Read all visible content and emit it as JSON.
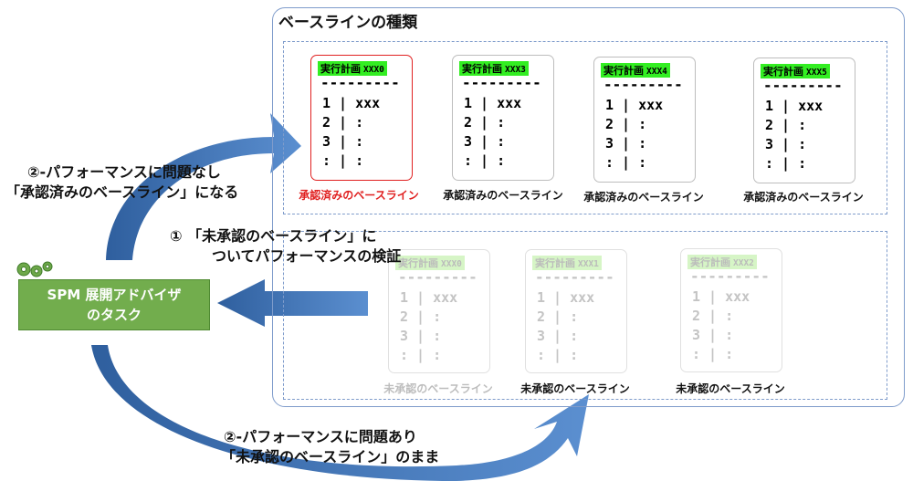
{
  "title": "ベースラインの種類",
  "approved_cards": [
    {
      "head": "実行計画",
      "code": "XXX0",
      "caption": "承認済みのベースライン",
      "selected": true
    },
    {
      "head": "実行計画",
      "code": "XXX3",
      "caption": "承認済みのベースライン",
      "selected": false
    },
    {
      "head": "実行計画",
      "code": "XXX4",
      "caption": "承認済みのベースライン",
      "selected": false
    },
    {
      "head": "実行計画",
      "code": "XXX5",
      "caption": "承認済みのベースライン",
      "selected": false
    }
  ],
  "unapproved_cards": [
    {
      "head": "実行計画",
      "code": "XXX0",
      "caption": "未承認のベースライン",
      "faded": true
    },
    {
      "head": "実行計画",
      "code": "XXX1",
      "caption": "未承認のベースライン",
      "faded": true
    },
    {
      "head": "実行計画",
      "code": "XXX2",
      "caption": "未承認のベースライン",
      "faded": true
    }
  ],
  "card_lines": {
    "dashes": "---------",
    "rows": "1 | xxx\n2 | :\n3 | :\n: | :"
  },
  "labels": {
    "no_issue_line1": "②-パフォーマンスに問題なし",
    "no_issue_line2": "「承認済みのベースライン」になる",
    "verify_line1": "① 「未承認のベースライン」に",
    "verify_line2": "ついてパフォーマンスの検証",
    "issue_line1": "②-パフォーマンスに問題あり",
    "issue_line2": "「未承認のベースライン」のまま"
  },
  "task": {
    "line1": "SPM 展開アドバイザ",
    "line2": "のタスク"
  },
  "colors": {
    "highlight": "#33ee22",
    "selected_border": "#e02020",
    "arrow": "#4f7fc4",
    "task": "#72ad4d",
    "frame": "#7f9ccb"
  }
}
